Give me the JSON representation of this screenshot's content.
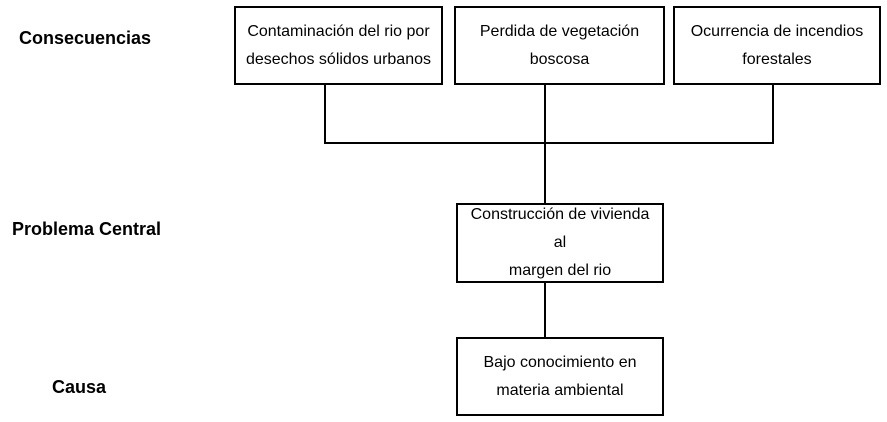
{
  "labels": {
    "consequences": "Consecuencias",
    "central_problem": "Problema Central",
    "cause": "Causa"
  },
  "consequences": [
    {
      "line1": "Contaminación del rio por",
      "line2": "desechos sólidos urbanos"
    },
    {
      "line1": "Perdida de vegetación",
      "line2": "boscosa"
    },
    {
      "line1": "Ocurrencia de incendios",
      "line2": "forestales"
    }
  ],
  "central_problem": {
    "line1": "Construcción de vivienda al",
    "line2": "margen del rio"
  },
  "cause": {
    "line1": "Bajo conocimiento en",
    "line2": "materia ambiental"
  }
}
